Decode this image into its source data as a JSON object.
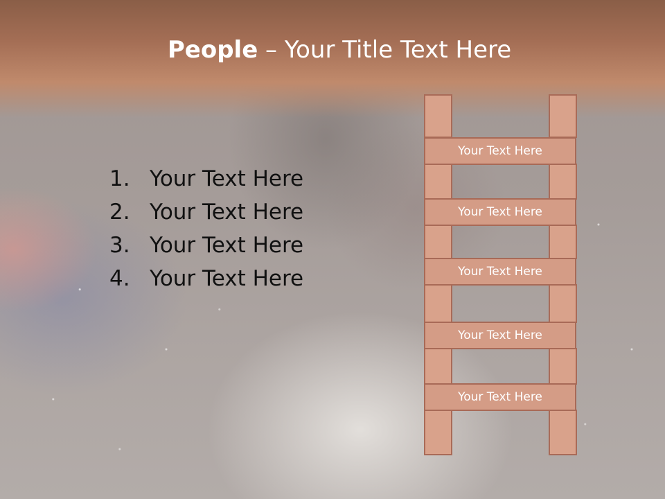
{
  "slide": {
    "title_bold": "People",
    "title_rest": " – Your Title Text Here"
  },
  "list": {
    "items": [
      {
        "num": "1.",
        "text": "Your Text Here"
      },
      {
        "num": "2.",
        "text": "Your Text Here"
      },
      {
        "num": "3.",
        "text": "Your Text Here"
      },
      {
        "num": "4.",
        "text": "Your Text Here"
      }
    ]
  },
  "ladder": {
    "rungs": [
      "Your Text Here",
      "Your Text Here",
      "Your Text Here",
      "Your Text Here",
      "Your Text Here"
    ]
  },
  "colors": {
    "header": "#a46e55",
    "ladder_fill": "#d49c86",
    "ladder_border": "#a86a57",
    "title_text": "#ffffff",
    "body_text": "#111111"
  }
}
